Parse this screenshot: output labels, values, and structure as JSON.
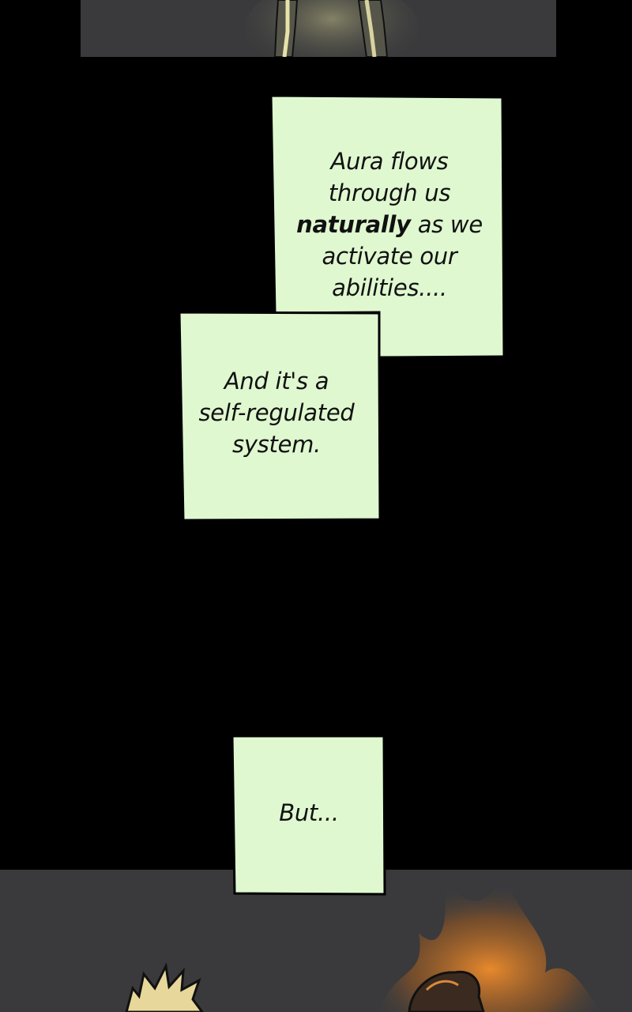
{
  "colors": {
    "background": "#000000",
    "caption_fill": "#dff8d0",
    "caption_stroke": "#000000",
    "panel_gray": "#3a3a3c",
    "flame_orange": "#d9822b",
    "hair_blond": "#e8d79a"
  },
  "captions": {
    "first": {
      "line1": "Aura flows",
      "line2": "through us",
      "emphasis": "naturally",
      "line3_rest": " as we",
      "line4": "activate our",
      "line5": "abilities...."
    },
    "second": {
      "line1": "And it's a",
      "line2": "self-regulated",
      "line3": "system."
    },
    "third": {
      "line1": "But..."
    }
  }
}
